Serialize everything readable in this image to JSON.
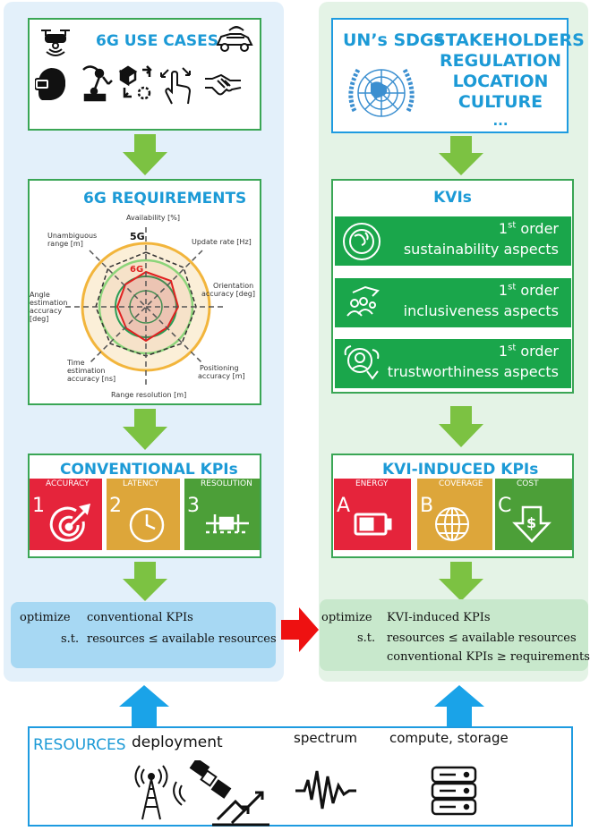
{
  "left_column": {
    "use_cases_title": "6G USE CASES",
    "requirements_title": "6G REQUIREMENTS",
    "radar": {
      "axes": [
        "Availability [%]",
        "Update rate [Hz]",
        "Orientation accuracy [deg]",
        "Positioning accuracy [m]",
        "Range resolution [m]",
        "Time estimation accuracy [ns]",
        "Angle estimation accuracy [deg]",
        "Unambiguous range [m]"
      ],
      "series": [
        {
          "name": "5G",
          "color": "#f0b429"
        },
        {
          "name": "6G",
          "color": "#e02020"
        }
      ]
    },
    "kpi_title": "CONVENTIONAL KPIs",
    "kpis": [
      {
        "num": "1",
        "label": "ACCURACY",
        "color": "#e5243b",
        "icon": "target-icon"
      },
      {
        "num": "2",
        "label": "LATENCY",
        "color": "#dda63a",
        "icon": "clock-icon"
      },
      {
        "num": "3",
        "label": "RESOLUTION",
        "color": "#4c9f38",
        "icon": "resolution-icon"
      }
    ],
    "optimization": {
      "kw1": "optimize",
      "obj": "conventional KPIs",
      "kw2": "s.t.",
      "constraint": "resources ≤ available resources"
    }
  },
  "right_column": {
    "sdg_title": "UN’s SDGs",
    "sdg_items": [
      "STAKEHOLDERS",
      "REGULATION",
      "LOCATION",
      "CULTURE",
      "..."
    ],
    "kvis_title": "KVIs",
    "kvi_bars": [
      {
        "order": "1",
        "sup": "st",
        "word": " order",
        "aspect": "sustainability aspects",
        "icon": "earth-hands-icon"
      },
      {
        "order": "1",
        "sup": "st",
        "word": " order",
        "aspect": "inclusiveness aspects",
        "icon": "people-hands-icon"
      },
      {
        "order": "1",
        "sup": "st",
        "word": " order",
        "aspect": "trustworthiness aspects",
        "icon": "trust-person-icon"
      }
    ],
    "kvi_kpi_title": "KVI-INDUCED KPIs",
    "kvi_kpis": [
      {
        "letter": "A",
        "label": "ENERGY",
        "color": "#e5243b",
        "icon": "battery-icon"
      },
      {
        "letter": "B",
        "label": "COVERAGE",
        "color": "#dda63a",
        "icon": "globe-icon"
      },
      {
        "letter": "C",
        "label": "COST",
        "color": "#4c9f38",
        "icon": "dollar-down-icon"
      }
    ],
    "optimization": {
      "kw1": "optimize",
      "obj": "KVI-induced KPIs",
      "kw2": "s.t.",
      "constraint1": "resources ≤ available resources",
      "constraint2": "conventional KPIs ≥ requirements"
    }
  },
  "resources": {
    "title": "RESOURCES",
    "deployment": "deployment",
    "spectrum": "spectrum",
    "compute": "compute, storage"
  },
  "colors": {
    "green_arrow": "#7cc242",
    "blue_arrow": "#1aa3e8",
    "red_arrow": "#ee1111"
  }
}
